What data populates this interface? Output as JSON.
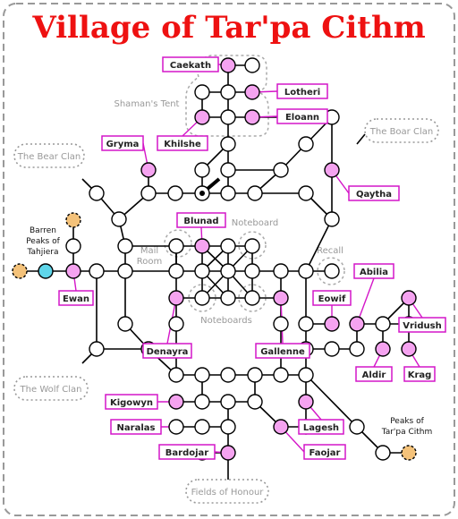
{
  "title": "Village of Tar'pa Cithm",
  "npc_labels": {
    "caekath": "Caekath",
    "lotheri": "Lotheri",
    "eloann": "Eloann",
    "khilshe": "Khilshe",
    "gryma": "Gryma",
    "qaytha": "Qaytha",
    "blunad": "Blunad",
    "ewan": "Ewan",
    "abilia": "Abilia",
    "eowif": "Eowif",
    "vridush": "Vridush",
    "denayra": "Denayra",
    "gallenne": "Gallenne",
    "aldir": "Aldir",
    "krag": "Krag",
    "kigowyn": "Kigowyn",
    "naralas": "Naralas",
    "lagesh": "Lagesh",
    "faojar": "Faojar",
    "bardojar": "Bardojar"
  },
  "areas": {
    "shamans_tent": "Shaman's Tent",
    "bear_clan": "The Bear Clan",
    "boar_clan": "The Boar Clan",
    "wolf_clan": "The Wolf Clan",
    "fields_of_honour": "Fields of Honour",
    "noteboard": "Noteboard",
    "noteboards": "Noteboards",
    "mail_line1": "Mail",
    "mail_line2": "Room",
    "recall": "Recall",
    "barren_line1": "Barren",
    "barren_line2": "Peaks of",
    "barren_line3": "Tahjiera",
    "peaks_line1": "Peaks of",
    "peaks_line2": "Tar'pa Cithm"
  },
  "colors": {
    "title": "#ee1111",
    "npc_border": "#d416c8",
    "npc_node": "#f5a3f0",
    "exit_node": "#5fd6ea",
    "zone_node": "#f4c27a"
  }
}
